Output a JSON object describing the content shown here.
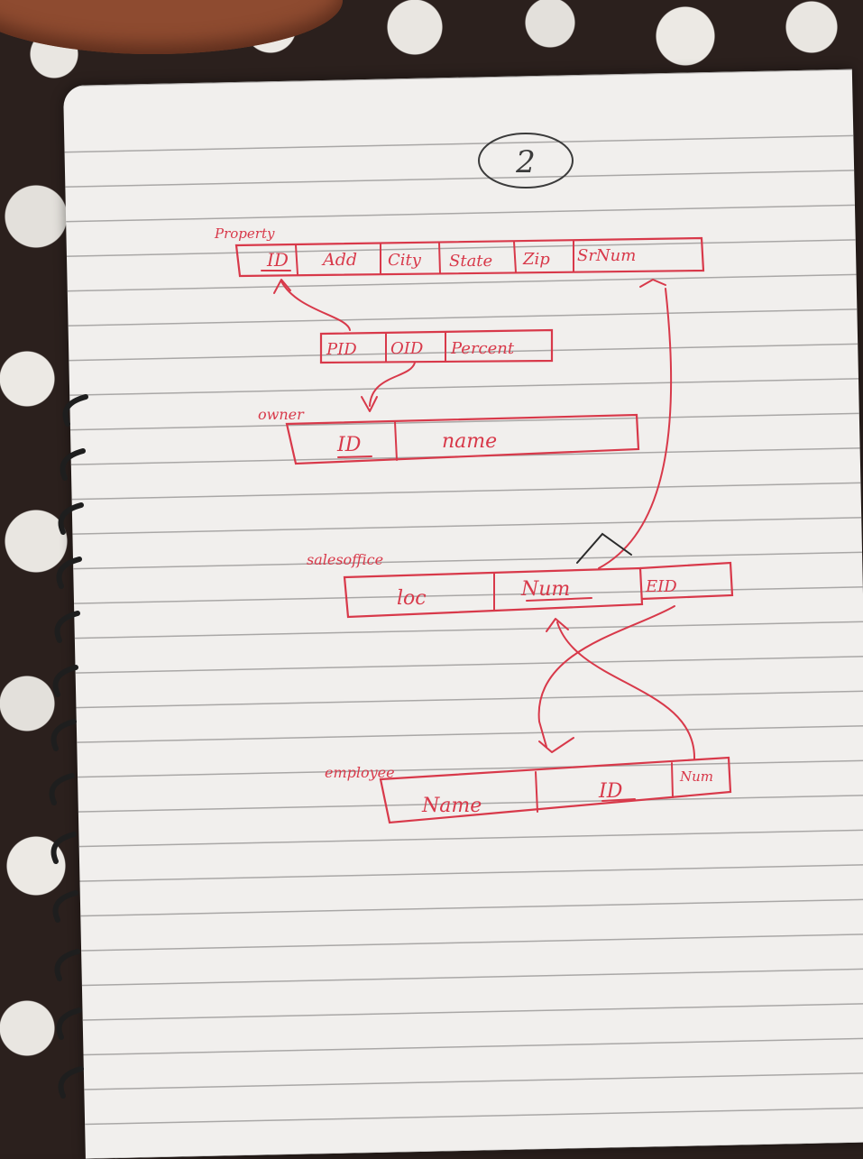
{
  "page_number": "2",
  "tables": {
    "property": {
      "label": "Property",
      "fields": [
        "ID",
        "Add",
        "City",
        "State",
        "Zip",
        "SrNum"
      ],
      "key_field": "ID"
    },
    "ownership": {
      "label": "",
      "fields": [
        "PID",
        "OID",
        "Percent"
      ]
    },
    "owner": {
      "label": "owner",
      "fields": [
        "ID",
        "name"
      ],
      "key_field": "ID"
    },
    "salesoffice": {
      "label": "salesoffice",
      "fields": [
        "loc",
        "Num",
        "EID"
      ],
      "key_field": "Num"
    },
    "employee": {
      "label": "employee",
      "fields": [
        "Name",
        "ID",
        "Num"
      ],
      "key_field": "ID"
    }
  },
  "colors": {
    "ink": "#d8394a",
    "paper": "#f1efed",
    "rule": "#a9a7a6",
    "pencil": "#2a2a2a"
  }
}
